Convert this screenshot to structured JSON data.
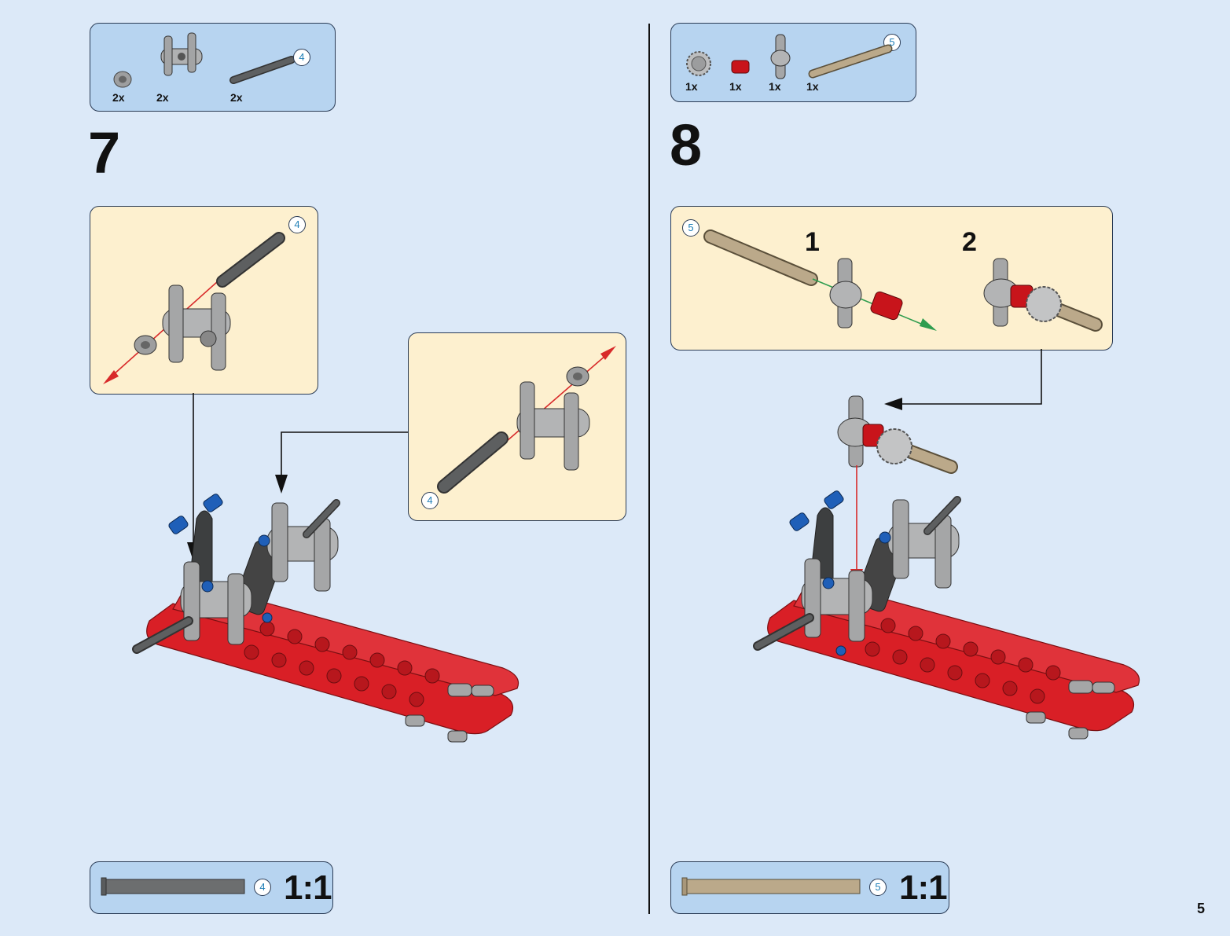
{
  "page_number": "5",
  "step7": {
    "number": "7",
    "parts": [
      {
        "qty": "2x",
        "icon": "bush-icon"
      },
      {
        "qty": "2x",
        "icon": "cross-block-icon"
      },
      {
        "qty": "2x",
        "icon": "axle-4-icon"
      }
    ],
    "parts_badge": "4",
    "callout_left_badge": "4",
    "callout_right_badge": "4",
    "scale_badge": "4",
    "scale_ratio": "1:1"
  },
  "step8": {
    "number": "8",
    "parts": [
      {
        "qty": "1x",
        "icon": "gear-icon"
      },
      {
        "qty": "1x",
        "icon": "red-bush-icon"
      },
      {
        "qty": "1x",
        "icon": "axle-connector-icon"
      },
      {
        "qty": "1x",
        "icon": "axle-5-icon"
      }
    ],
    "parts_badge": "5",
    "callout_badge": "5",
    "substep_1": "1",
    "substep_2": "2",
    "scale_badge": "5",
    "scale_ratio": "1:1"
  },
  "colors": {
    "background": "#dce9f8",
    "parts_box": "#b7d4f0",
    "callout_box": "#fdf0cf",
    "beam_red": "#d91f26",
    "part_gray": "#a9aaab",
    "dark_gray": "#555758",
    "tan_axle": "#b9a98a",
    "tech_blue": "#1f5fb8",
    "badge_text": "#1f7fb7"
  }
}
